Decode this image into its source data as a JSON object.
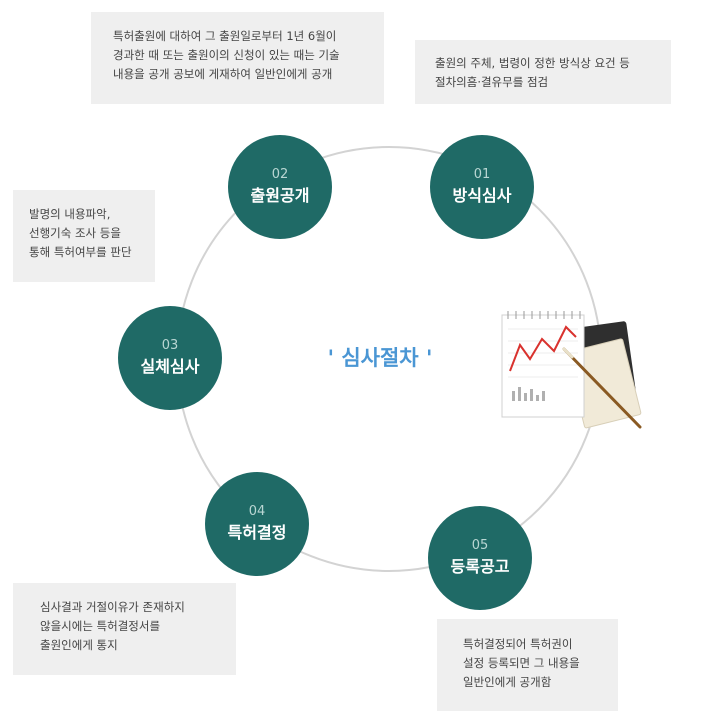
{
  "title": "' 심사절차 '",
  "steps": [
    {
      "num": "01",
      "label": "방식심사"
    },
    {
      "num": "02",
      "label": "출원공개"
    },
    {
      "num": "03",
      "label": "실체심사"
    },
    {
      "num": "04",
      "label": "특허결정"
    },
    {
      "num": "05",
      "label": "등록공고"
    }
  ],
  "notes": {
    "n1": "출원의 주체, 법령이 정한 방식상 요건 등\n절차의흠·결유무를 점검",
    "n2": "특허출원에 대하여 그 출원일로부터 1년 6월이\n경과한 때 또는 출원이의 신청이 있는 때는 기술\n내용을 공개 공보에 게재하여 일반인에게 공개",
    "n3": "발명의 내용파악,\n선행기숙 조사 등을\n통해 특허여부를 판단",
    "n4": "심사결과 거절이유가 존재하지\n않을시에는 특허결정서를\n출원인에게 통지",
    "n5": "특허결정되어 특허권이\n설정 등록되면 그 내용을\n일반인에게 공개함"
  },
  "colors": {
    "circle": "#1f6a66",
    "title": "#4a96d4",
    "note_bg": "#efefef",
    "ring": "#d3d3d3"
  },
  "icons": [
    "chart-notebook-icon"
  ]
}
